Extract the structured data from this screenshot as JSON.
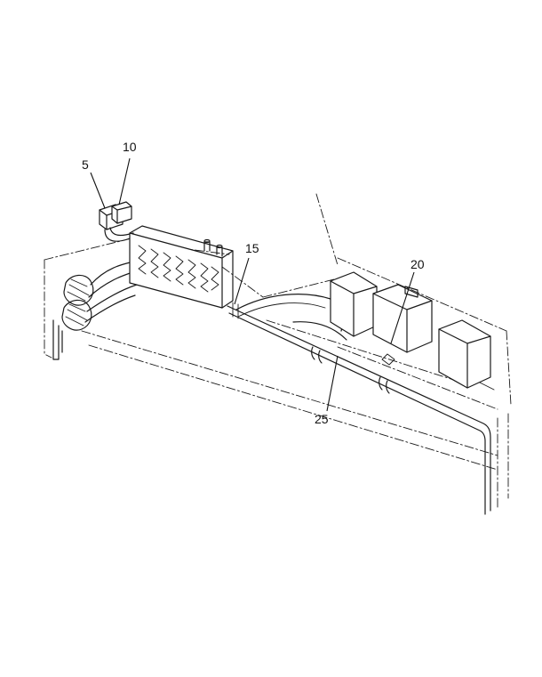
{
  "callouts": [
    {
      "id": "c5",
      "label": "5"
    },
    {
      "id": "c10",
      "label": "10"
    },
    {
      "id": "c15",
      "label": "15"
    },
    {
      "id": "c20",
      "label": "20"
    },
    {
      "id": "c25",
      "label": "25"
    }
  ]
}
